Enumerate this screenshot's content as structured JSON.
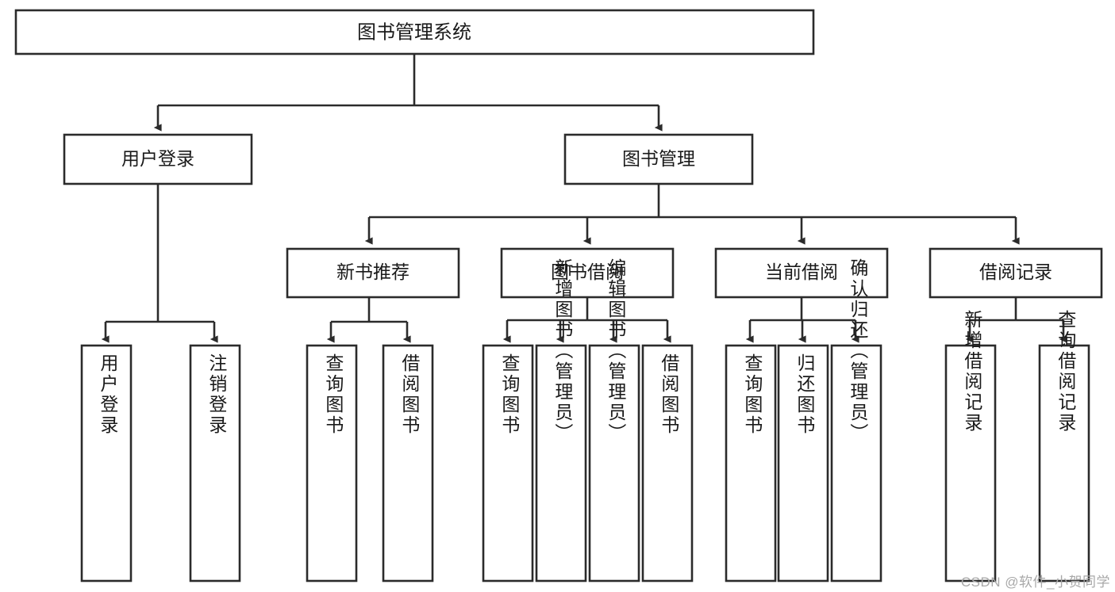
{
  "diagram": {
    "type": "tree-hierarchy",
    "title": "图书管理系统",
    "watermark": "CSDN @软件_小贺同学",
    "colors": {
      "stroke": "#2b2b2b",
      "fill": "#ffffff",
      "text": "#1a1a1a",
      "watermark": "#a8a8a8"
    },
    "levels": {
      "root": {
        "label": "图书管理系统"
      },
      "level2": [
        {
          "label": "用户登录"
        },
        {
          "label": "图书管理"
        }
      ],
      "level3": [
        {
          "label": "新书推荐"
        },
        {
          "label": "图书借阅"
        },
        {
          "label": "当前借阅"
        },
        {
          "label": "借阅记录"
        }
      ]
    },
    "leaves": {
      "user_login": [
        {
          "label": "用户登录"
        },
        {
          "label": "注销登录"
        }
      ],
      "new_book_recommend": [
        {
          "label": "查询图书"
        },
        {
          "label": "借阅图书"
        }
      ],
      "book_borrow": [
        {
          "label": "查询图书"
        },
        {
          "label": "新增图书（管理员）"
        },
        {
          "label": "编辑图书（管理员）"
        },
        {
          "label": "借阅图书"
        }
      ],
      "current_borrow": [
        {
          "label": "查询图书"
        },
        {
          "label": "归还图书"
        },
        {
          "label": "确认归还（管理员）"
        }
      ],
      "borrow_record": [
        {
          "label": "新增借阅记录"
        },
        {
          "label": "查询借阅记录"
        }
      ]
    }
  }
}
